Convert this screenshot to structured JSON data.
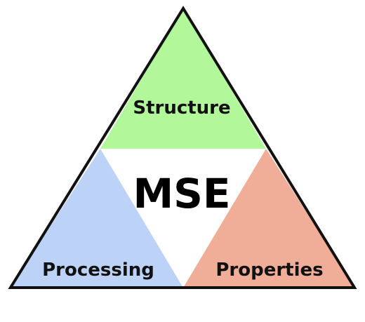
{
  "diagram": {
    "center_label": "MSE",
    "top_label": "Structure",
    "left_label": "Processing",
    "right_label": "Properties"
  },
  "colors": {
    "top_fill": "#b2f79a",
    "left_fill": "#bcd3f7",
    "right_fill": "#f0ad98",
    "center_fill": "#ffffff",
    "outline": "#111111"
  }
}
